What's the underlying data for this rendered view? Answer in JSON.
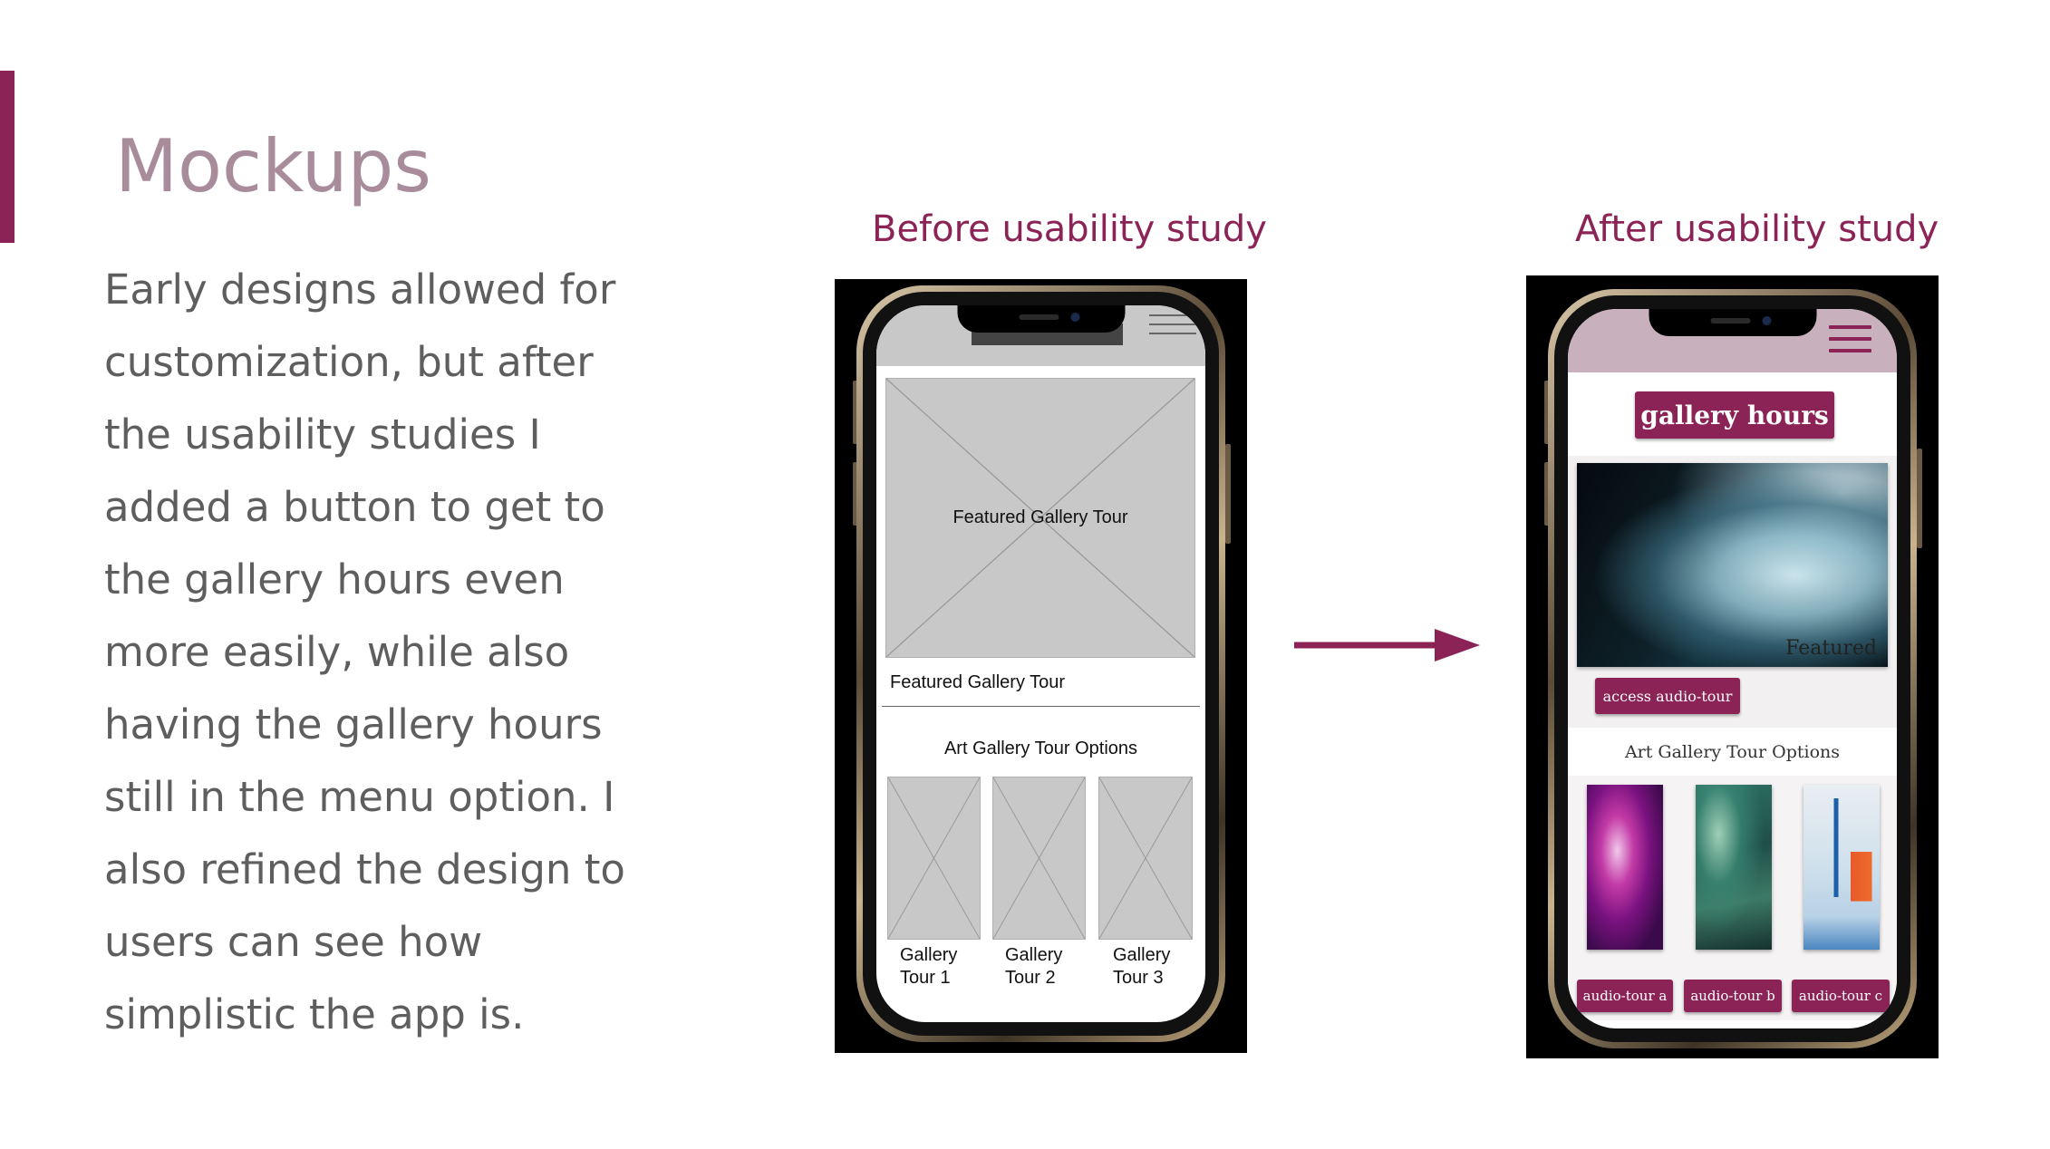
{
  "slide": {
    "title": "Mockups",
    "body": "Early designs allowed for customization, but after the usability studies I added a button to get to the gallery hours even more easily, while also having the gallery hours still in the menu option. I also refined the design to users can see how simplistic the app is.",
    "accent_color": "#8c2356"
  },
  "before": {
    "label": "Before usability study",
    "featured_image_text": "Featured Gallery Tour",
    "featured_caption": "Featured Gallery Tour",
    "options_heading": "Art Gallery Tour Options",
    "tours": [
      {
        "line1": "Gallery",
        "line2": "Tour 1"
      },
      {
        "line1": "Gallery",
        "line2": "Tour 2"
      },
      {
        "line1": "Gallery",
        "line2": "Tour 3"
      }
    ]
  },
  "after": {
    "label": "After usability study",
    "gallery_hours_button": "gallery hours",
    "featured_label": "Featured",
    "audio_tour_button": "access audio-tour",
    "options_heading": "Art Gallery Tour Options",
    "tour_buttons": [
      "audio-tour a",
      "audio-tour b",
      "audio-tour c"
    ],
    "brand_color": "#8c2356",
    "header_color": "#c9b0bd"
  },
  "icons": {
    "menu": "hamburger-menu-icon",
    "arrow": "arrow-right-icon"
  }
}
